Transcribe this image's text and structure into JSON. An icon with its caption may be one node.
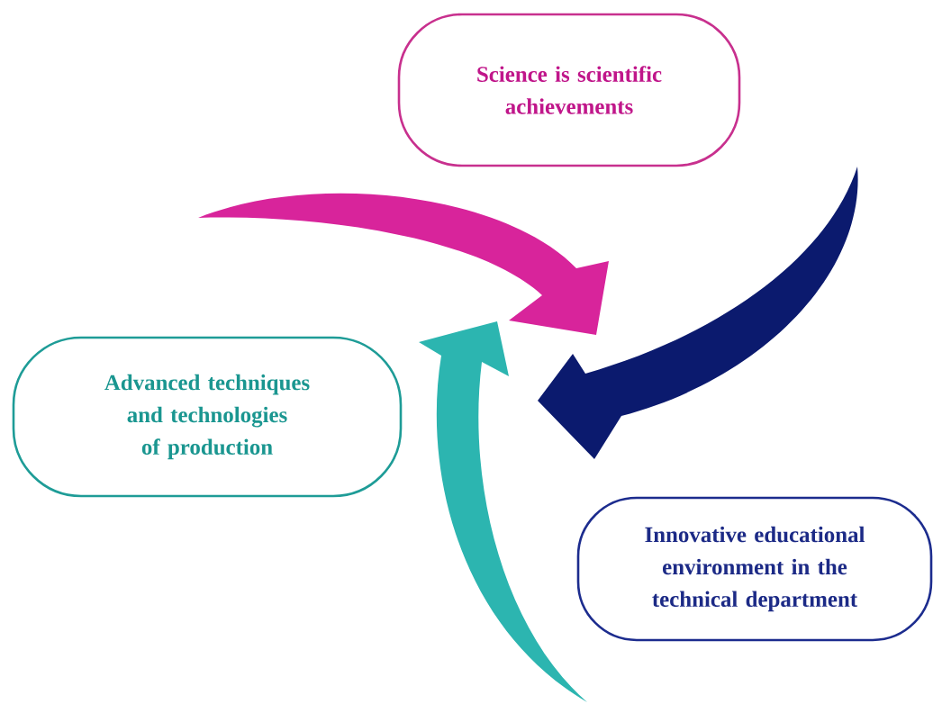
{
  "diagram": {
    "nodes": [
      {
        "text": [
          "Science is scientific achievements"
        ]
      },
      {
        "text": [
          "Advanced techniques and technologies of production"
        ]
      },
      {
        "text": [
          "Innovative educational environment in the technical department"
        ]
      }
    ]
  }
}
